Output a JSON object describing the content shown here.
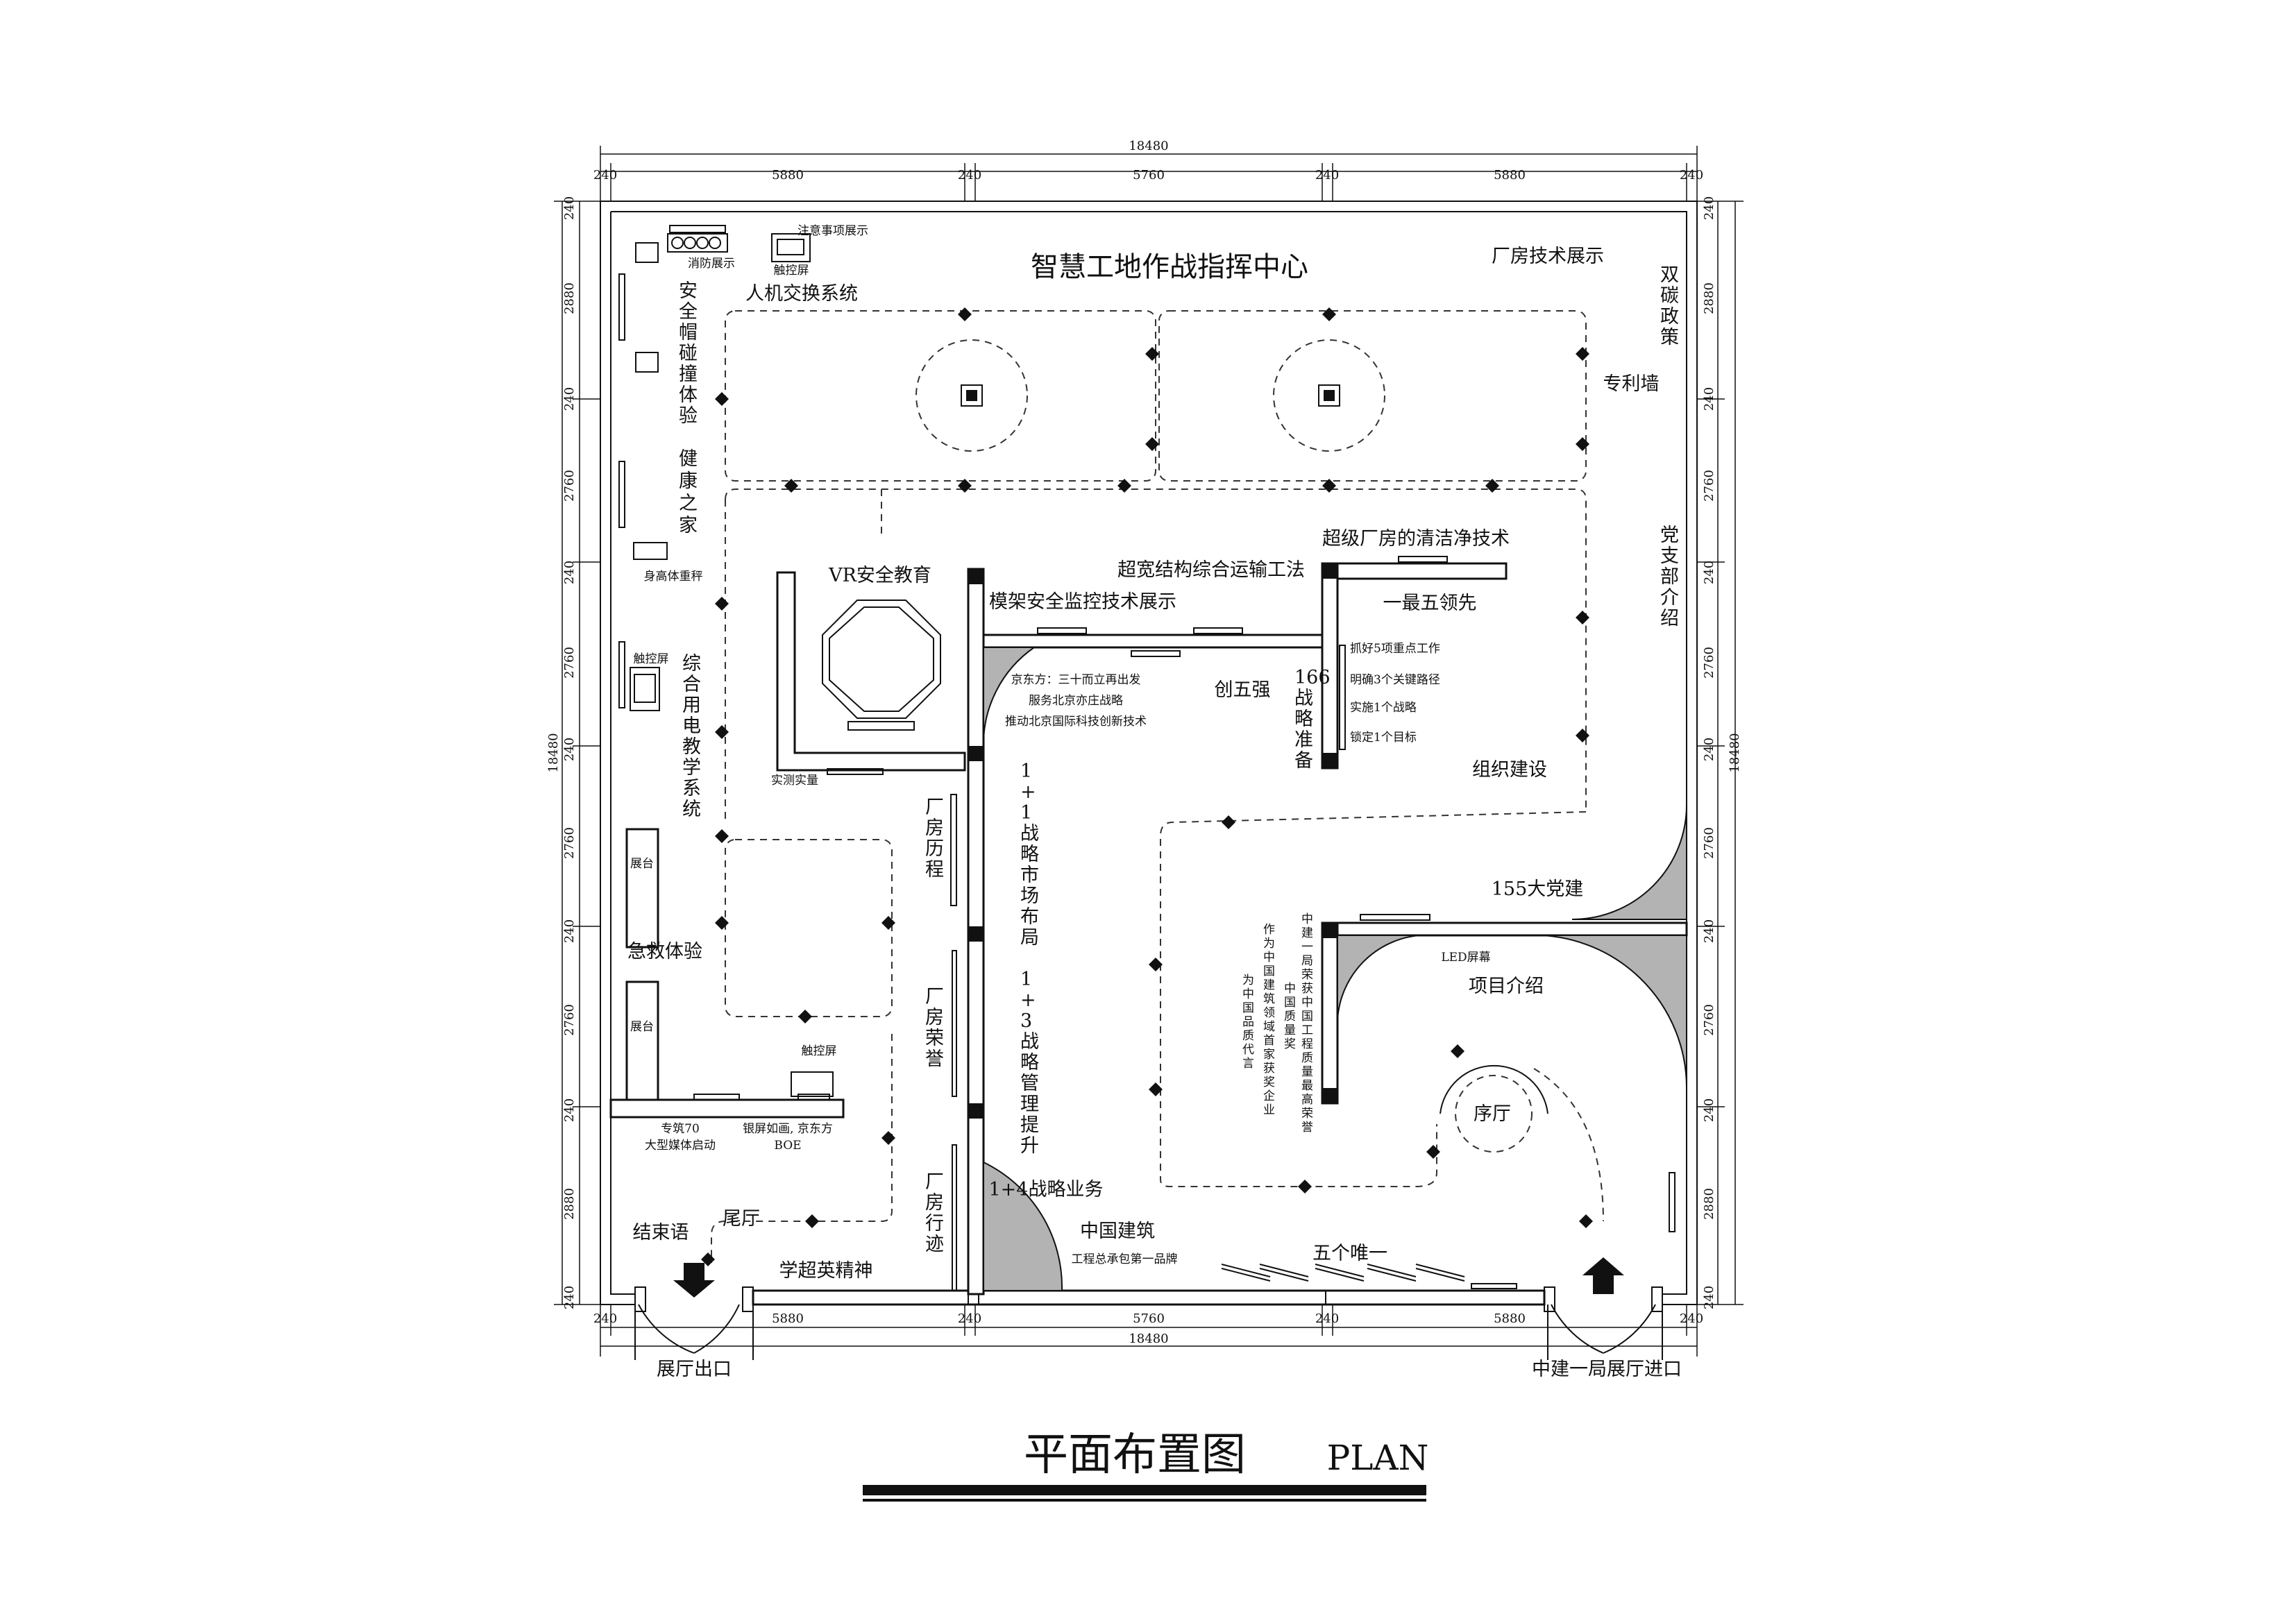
{
  "dimensions": {
    "total": "18480",
    "segments": [
      "240",
      "5880",
      "240",
      "5760",
      "240",
      "5880",
      "240"
    ],
    "vertical_segments": [
      "240",
      "2880",
      "240",
      "2760",
      "240",
      "2760",
      "240",
      "2760",
      "240",
      "2760",
      "240",
      "2880",
      "240"
    ]
  },
  "zones": {
    "command_center": "智慧工地作战指挥中心",
    "factory_tech_display": "厂房技术展示",
    "dual_carbon_policy": "双碳政策",
    "patent_wall": "专利墙",
    "party_branch_intro": "党支部介绍",
    "super_clean_tech": "超级厂房的清洁净技术",
    "wide_structure_transport": "超宽结构综合运输工法",
    "formwork_monitoring": "模架安全监控技术展示",
    "vr_safety": "VR安全教育",
    "hci_system": "人机交换系统",
    "fire_display": "消防展示",
    "notice_display": "注意事项展示",
    "touchscreen": "触控屏",
    "helmet_experience": "安全帽碰撞体验",
    "health_home": "健康之家",
    "height_weight_scale": "身高体重秤",
    "electric_education": "综合用电教学系统",
    "display_stand": "展台",
    "first_aid": "急救体验",
    "big_media_startup": "专筑70\n大型媒体启动",
    "silver_screen_boe": "银屏如画, 京东方\nBOE",
    "closing": "结束语",
    "tail_hall": "尾厅",
    "hero_spirit": "学超英精神",
    "exhibit_exit": "展厅出口",
    "exhibit_entrance": "中建一局展厅进口",
    "factory_history": "厂房历程",
    "factory_honor": "厂房荣誉",
    "factory_footprint": "厂房行迹",
    "actual_measurement": "实测实量",
    "boe_text": "京东方：三十而立再出发\n服务北京亦庄战略\n推动北京国际科技创新技术",
    "create_five_strong": "创五强",
    "strategy_166": "166战略准备",
    "one_most_five_lead": "一最五领先",
    "five_key_tasks": "抓好5项重点工作",
    "three_key_paths": "明确3个关键路径",
    "one_strategy": "实施1个战略",
    "one_goal": "锁定1个目标",
    "org_building": "组织建设",
    "market_layout": "1+1战略市场布局",
    "mgmt_upgrade": "1+3战略管理提升",
    "strategy_business": "1+4战略业务",
    "china_construction": "中国建筑",
    "general_contract_brand": "工程总承包第一品牌",
    "five_unique": "五个唯一",
    "party_155": "155大党建",
    "led_screen": "LED屏幕",
    "project_intro": "项目介绍",
    "prelude_hall": "序厅",
    "honor_col1": "中建一局荣获中国工程质量最高荣誉",
    "honor_col2": "中国质量奖",
    "honor_col3": "作为中国建筑领域首家获奖企业",
    "honor_col4": "为中国品质代言"
  },
  "title": {
    "zh": "平面布置图",
    "en": "PLAN"
  }
}
